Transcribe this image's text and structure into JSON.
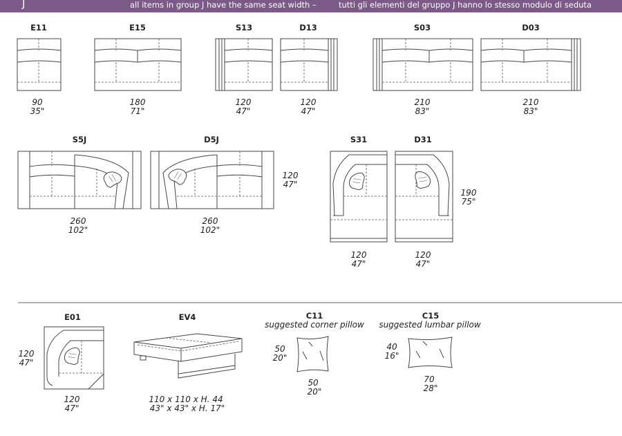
{
  "header": {
    "group_letter": "J",
    "note_en": "all items in group J have the same seat width –",
    "note_it": "tutti gli elementi del gruppo J hanno lo stesso modulo di seduta",
    "color": "#7c5a87"
  },
  "items": {
    "e11": {
      "code": "E11",
      "dim_cm": "90",
      "dim_in": "35\""
    },
    "e15": {
      "code": "E15",
      "dim_cm": "180",
      "dim_in": "71\""
    },
    "s13": {
      "code": "S13",
      "dim_cm": "120",
      "dim_in": "47\""
    },
    "d13": {
      "code": "D13",
      "dim_cm": "120",
      "dim_in": "47\""
    },
    "s03": {
      "code": "S03",
      "dim_cm": "210",
      "dim_in": "83\""
    },
    "d03": {
      "code": "D03",
      "dim_cm": "210",
      "dim_in": "83\""
    },
    "s5j": {
      "code": "S5J",
      "dim_cm": "260",
      "dim_in": "102\""
    },
    "d5j": {
      "code": "D5J",
      "dim_cm": "260",
      "dim_in": "102\""
    },
    "depth_5j": {
      "dim_cm": "120",
      "dim_in": "47\""
    },
    "s31": {
      "code": "S31",
      "dim_cm": "120",
      "dim_in": "47\""
    },
    "d31": {
      "code": "D31",
      "dim_cm": "120",
      "dim_in": "47\""
    },
    "depth_31": {
      "dim_cm": "190",
      "dim_in": "75\""
    },
    "e01": {
      "code": "E01",
      "width_cm": "120",
      "width_in": "47\"",
      "depth_cm": "120",
      "depth_in": "47\""
    },
    "ev4": {
      "code": "EV4",
      "dim_cm": "110 x 110 x H. 44",
      "dim_in": "43\" x 43\" x H. 17\""
    },
    "c11": {
      "code": "C11",
      "subtitle": "suggested corner pillow",
      "width_cm": "50",
      "width_in": "20\"",
      "height_cm": "50",
      "height_in": "20\""
    },
    "c15": {
      "code": "C15",
      "subtitle": "suggested lumbar pillow",
      "width_cm": "70",
      "width_in": "28\"",
      "height_cm": "40",
      "height_in": "16\""
    }
  }
}
